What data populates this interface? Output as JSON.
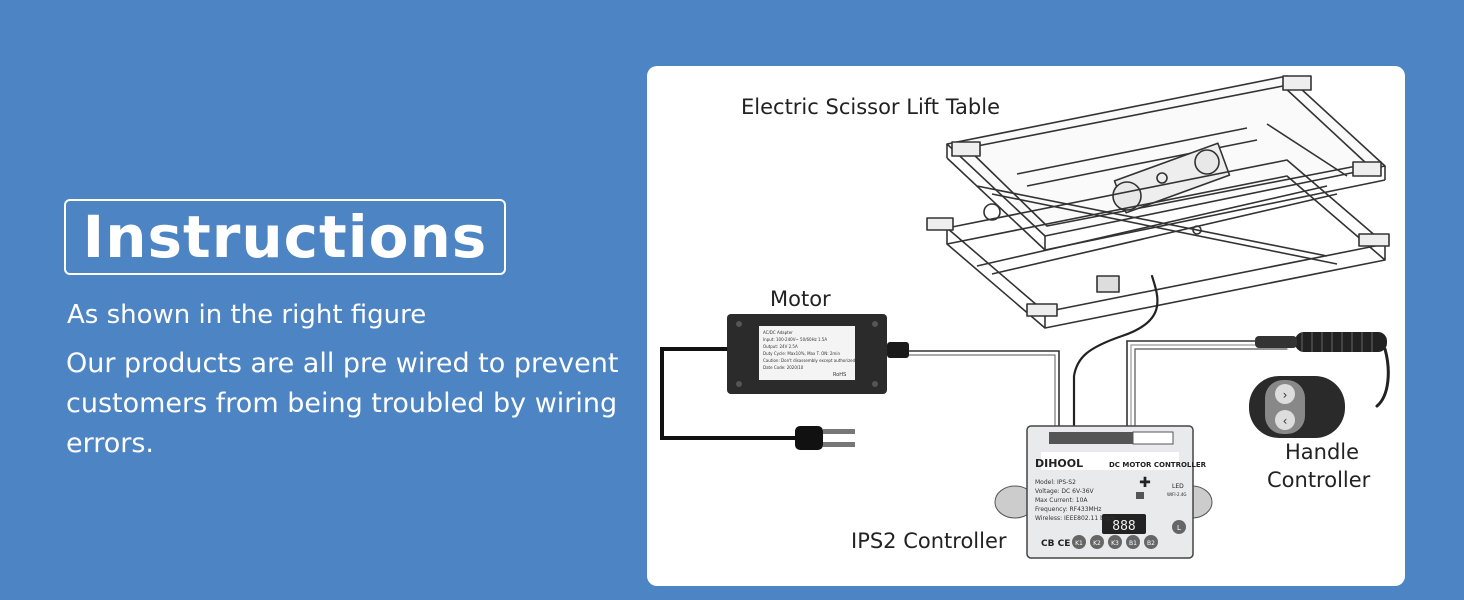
{
  "left": {
    "title": "Instructions",
    "subtitle": "As shown in the right figure",
    "description": "Our products are all pre wired to prevent customers from being troubled by wiring errors."
  },
  "diagram": {
    "labels": {
      "lift_table": "Electric Scissor Lift Table",
      "motor": "Motor",
      "handle_controller_line1": "Handle",
      "handle_controller_line2": "Controller",
      "ips2_controller": "IPS2 Controller"
    },
    "controller_box": {
      "brand": "DIHOOL",
      "title": "DC MOTOR CONTROLLER",
      "led_label": "LED",
      "wifi_label": "WIFI-2.4G",
      "specs": [
        "Model: IPS-S2",
        "Voltage: DC 6V-36V",
        "Max Current: 10A",
        "Frequency: RF433MHz",
        "Wireless: IEEE802.11 b/g/n"
      ],
      "display": "888",
      "cert": "CB CE",
      "buttons": [
        "K1",
        "K2",
        "K3",
        "B1",
        "B2"
      ],
      "l_button": "L"
    },
    "adapter": {
      "lines": [
        "AC/DC Adapter",
        "Input: 100-240V~ 50/60Hz 1.5A",
        "Output: 24V  2.5A",
        "Duty Cycle: Max10%, Max T. ON: 2min",
        "Caution: Don't disassembly except authorized",
        "Date Code: 2020/10"
      ],
      "rohs": "RoHS"
    }
  }
}
